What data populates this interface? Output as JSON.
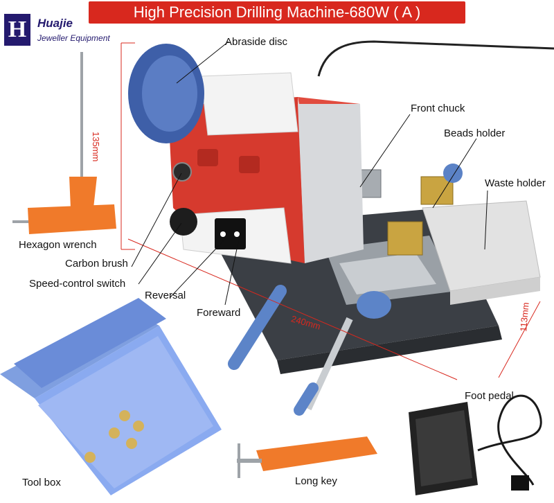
{
  "header": {
    "title": "High Precision Drilling Machine-680W ( A )"
  },
  "brand": {
    "logo_letter": "H",
    "name": "Huajie",
    "tagline": "Jeweller Equipment"
  },
  "labels": {
    "abraside_disc": "Abraside disc",
    "front_chuck": "Front chuck",
    "beads_holder": "Beads holder",
    "waste_holder": "Waste holder",
    "hexagon_wrench": "Hexagon wrench",
    "carbon_brush": "Carbon brush",
    "speed_control_switch": "Speed-control switch",
    "reversal": "Reversal",
    "foreward": "Foreward",
    "foot_pedal": "Foot pedal",
    "tool_box": "Tool box",
    "long_key": "Long key"
  },
  "dimensions": {
    "height": "135mm",
    "length": "240mm",
    "depth": "113mm"
  },
  "colors": {
    "banner": "#d8281e",
    "brand": "#241a6e",
    "dimension": "#d8281e"
  }
}
